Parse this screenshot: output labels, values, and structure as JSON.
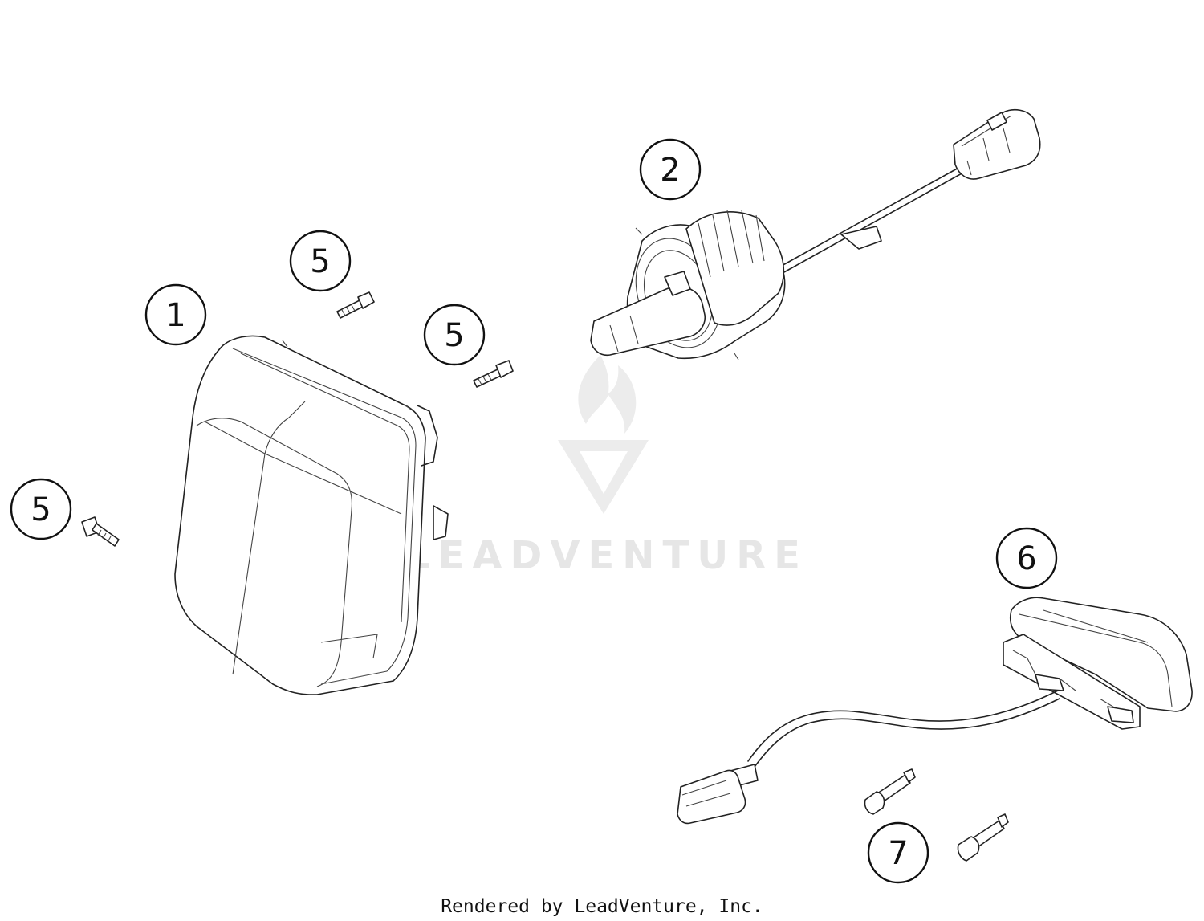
{
  "callouts": [
    {
      "id": "1",
      "label": "1"
    },
    {
      "id": "2",
      "label": "2"
    },
    {
      "id": "5a",
      "label": "5"
    },
    {
      "id": "5b",
      "label": "5"
    },
    {
      "id": "5c",
      "label": "5"
    },
    {
      "id": "6",
      "label": "6"
    },
    {
      "id": "7",
      "label": "7"
    }
  ],
  "watermark": {
    "text": "LEADVENTURE",
    "color": "#e6e6e6"
  },
  "footer": {
    "text": "Rendered by LeadVenture, Inc."
  },
  "colors": {
    "line": "#222222",
    "background": "#ffffff"
  }
}
